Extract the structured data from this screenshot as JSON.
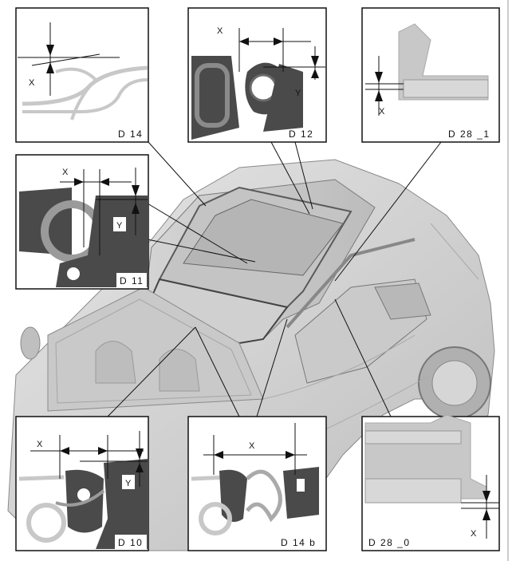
{
  "details": {
    "d14": {
      "label": "D 14",
      "dims": [
        "X"
      ]
    },
    "d12": {
      "label": "D 12",
      "dims": [
        "X",
        "Y"
      ]
    },
    "d28_1": {
      "label": "D 28 _1",
      "dims": [
        "X"
      ]
    },
    "d11": {
      "label": "D 11",
      "dims": [
        "X",
        "Y"
      ]
    },
    "d10": {
      "label": "D 10",
      "dims": [
        "X",
        "Y"
      ]
    },
    "d14b": {
      "label": "D 14 b",
      "dims": [
        "X"
      ]
    },
    "d28_0": {
      "label": "D 28 _0",
      "dims": [
        "X"
      ]
    }
  },
  "colors": {
    "frame": "#111111",
    "seal_dark": "#4a4a4a",
    "seal_mid": "#8a8a8a",
    "seal_light": "#c8c8c8",
    "car_body": "#d9d9d9",
    "glass": "#cfcfcf"
  }
}
